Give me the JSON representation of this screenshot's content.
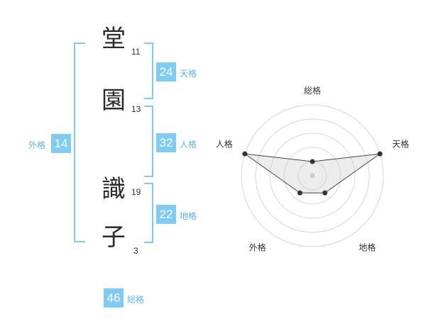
{
  "name_chars": [
    {
      "char": "堂",
      "strokes": "11"
    },
    {
      "char": "園",
      "strokes": "13"
    },
    {
      "char": "識",
      "strokes": "19"
    },
    {
      "char": "子",
      "strokes": "3"
    }
  ],
  "kakusu": {
    "tenkaku": {
      "value": "24",
      "label": "天格"
    },
    "jinkaku": {
      "value": "32",
      "label": "人格"
    },
    "chikaku": {
      "value": "22",
      "label": "地格"
    },
    "gaikaku": {
      "value": "14",
      "label": "外格"
    },
    "soukaku": {
      "value": "46",
      "label": "総格"
    }
  },
  "colors": {
    "accent": "#7ecbf3",
    "label": "#5bb6e5"
  },
  "chart_data": {
    "type": "radar",
    "axes": [
      "総格",
      "天格",
      "地格",
      "外格",
      "人格"
    ],
    "values": [
      1,
      5,
      1.5,
      1.5,
      5
    ],
    "max": 5,
    "rings": 5,
    "grid": true
  }
}
